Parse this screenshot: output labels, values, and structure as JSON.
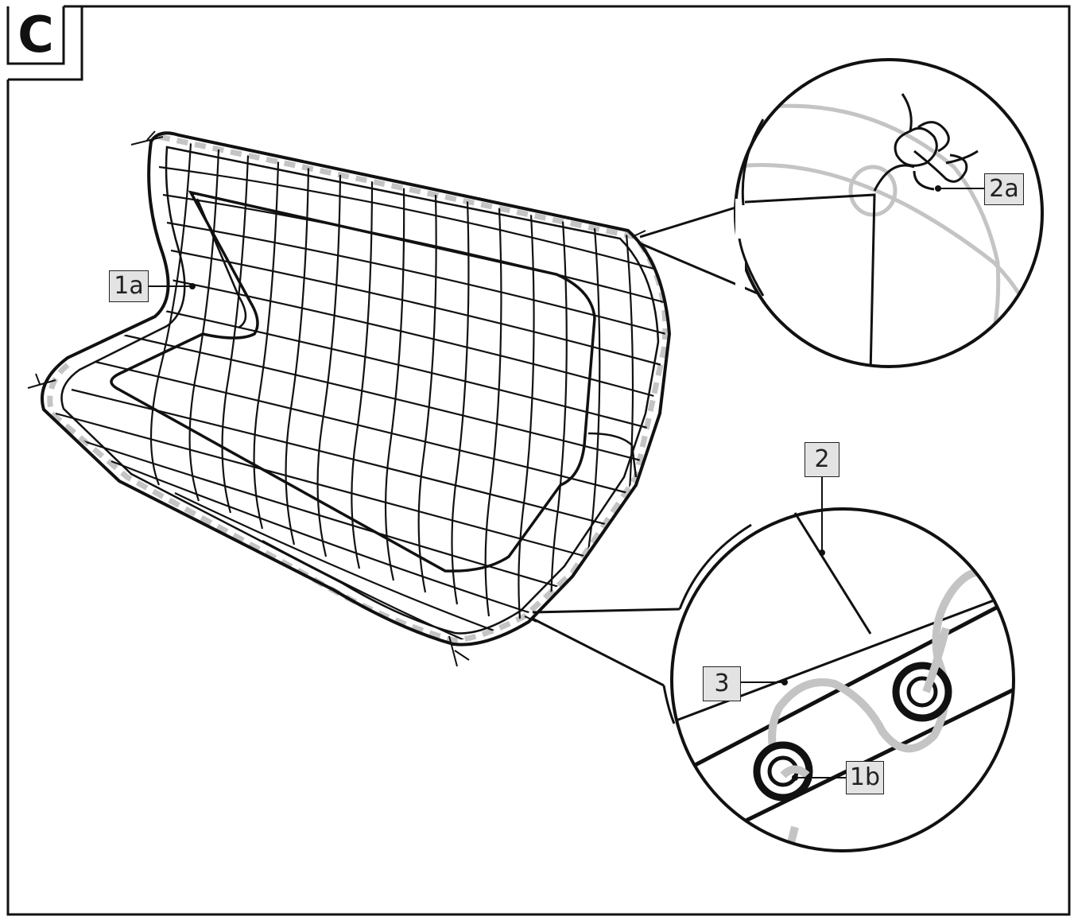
{
  "panel": {
    "letter": "C"
  },
  "callouts": {
    "c1a": "1a",
    "c2a": "2a",
    "c2": "2",
    "c3": "3",
    "c1b": "1b"
  },
  "colors": {
    "line": "#111111",
    "cord": "#c4c4c4",
    "label_fill": "#e3e3e3"
  }
}
